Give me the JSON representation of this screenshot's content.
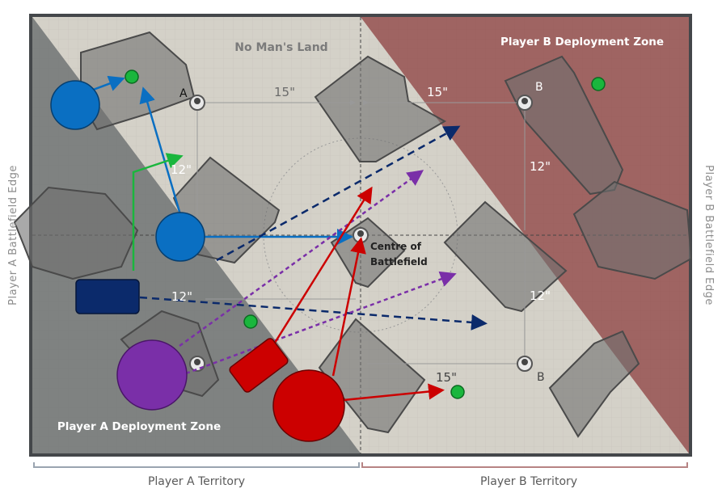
{
  "board": {
    "no_mans_land": "No Man's Land",
    "player_b_zone": "Player B Deployment Zone",
    "player_a_zone": "Player A Deployment Zone",
    "centre_line1": "Centre of",
    "centre_line2": "Battlefield"
  },
  "edges": {
    "left": "Player A Battlefield Edge",
    "right": "Player B Battlefield Edge"
  },
  "territories": {
    "a": "Player A Territory",
    "b": "Player B Territory"
  },
  "objectives": {
    "a": "A",
    "b": "B"
  },
  "measurements": {
    "top_left": "15\"",
    "top_right": "15\"",
    "left_vertical": "12\"",
    "right_vertical": "12\"",
    "bottom_left_h": "12\"",
    "bottom_right_v": "12\"",
    "bottom_right_h": "15\""
  },
  "colors": {
    "player_a_units": "#0a6fc2",
    "player_a_dark": "#0b2a6b",
    "player_a_purple": "#7a2fa8",
    "player_b_units": "#cc0000",
    "objective_marker": "#1ab63d",
    "zone_a": "#6d7072",
    "zone_b": "#8a3a3a"
  }
}
